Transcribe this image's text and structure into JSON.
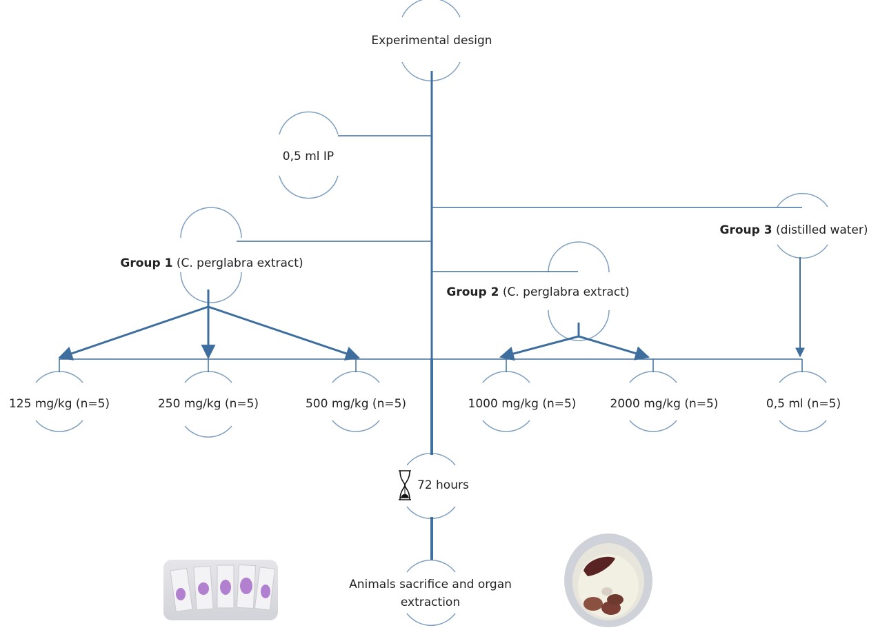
{
  "diagram": {
    "title": "Experimental design",
    "injection": "0,5 ml IP",
    "groups": [
      {
        "name": "Group 1",
        "desc": "(C. perglabra extract)"
      },
      {
        "name": "Group 2",
        "desc": "(C. perglabra extract)"
      },
      {
        "name": "Group 3",
        "desc": "(distilled water)"
      }
    ],
    "doses": [
      "125 mg/kg (n=5)",
      "250 mg/kg (n=5)",
      "500 mg/kg (n=5)",
      "1000 mg/kg (n=5)",
      "2000 mg/kg (n=5)",
      "0,5 ml  (n=5)"
    ],
    "waiting": "72 hours",
    "final_step": [
      "Animals sacrifice and organ",
      "extraction"
    ],
    "icons": {
      "timer": "hourglass-icon",
      "slides": "stained-slides-photo",
      "organs": "organ-dish-photo"
    },
    "colors": {
      "line": "#3d6e9e",
      "node_arc": "#7f9fbf",
      "slide_stain": "#9b5bc4",
      "organ": "#5a2323"
    }
  }
}
